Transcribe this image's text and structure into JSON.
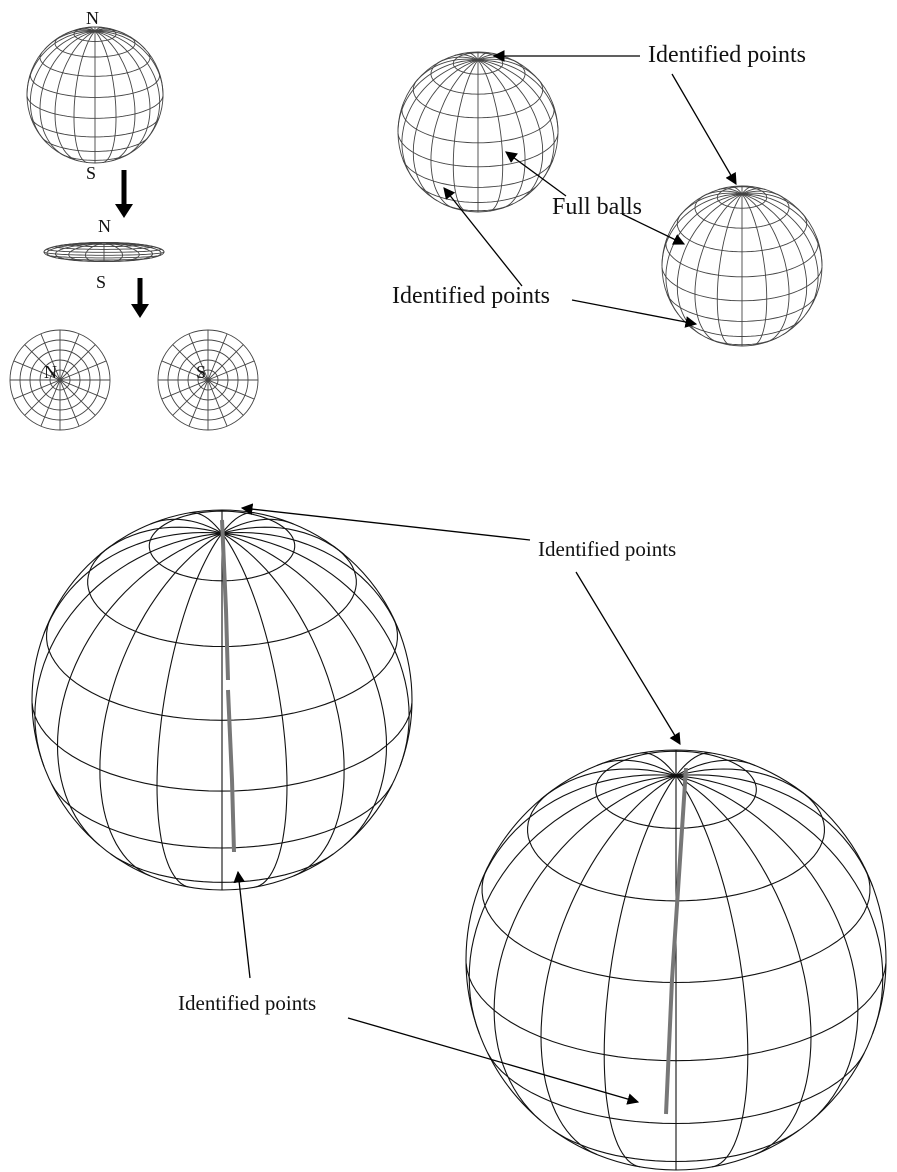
{
  "labels": {
    "north": "N",
    "south": "S",
    "identified_points": "Identified points",
    "full_balls": "Full balls"
  }
}
